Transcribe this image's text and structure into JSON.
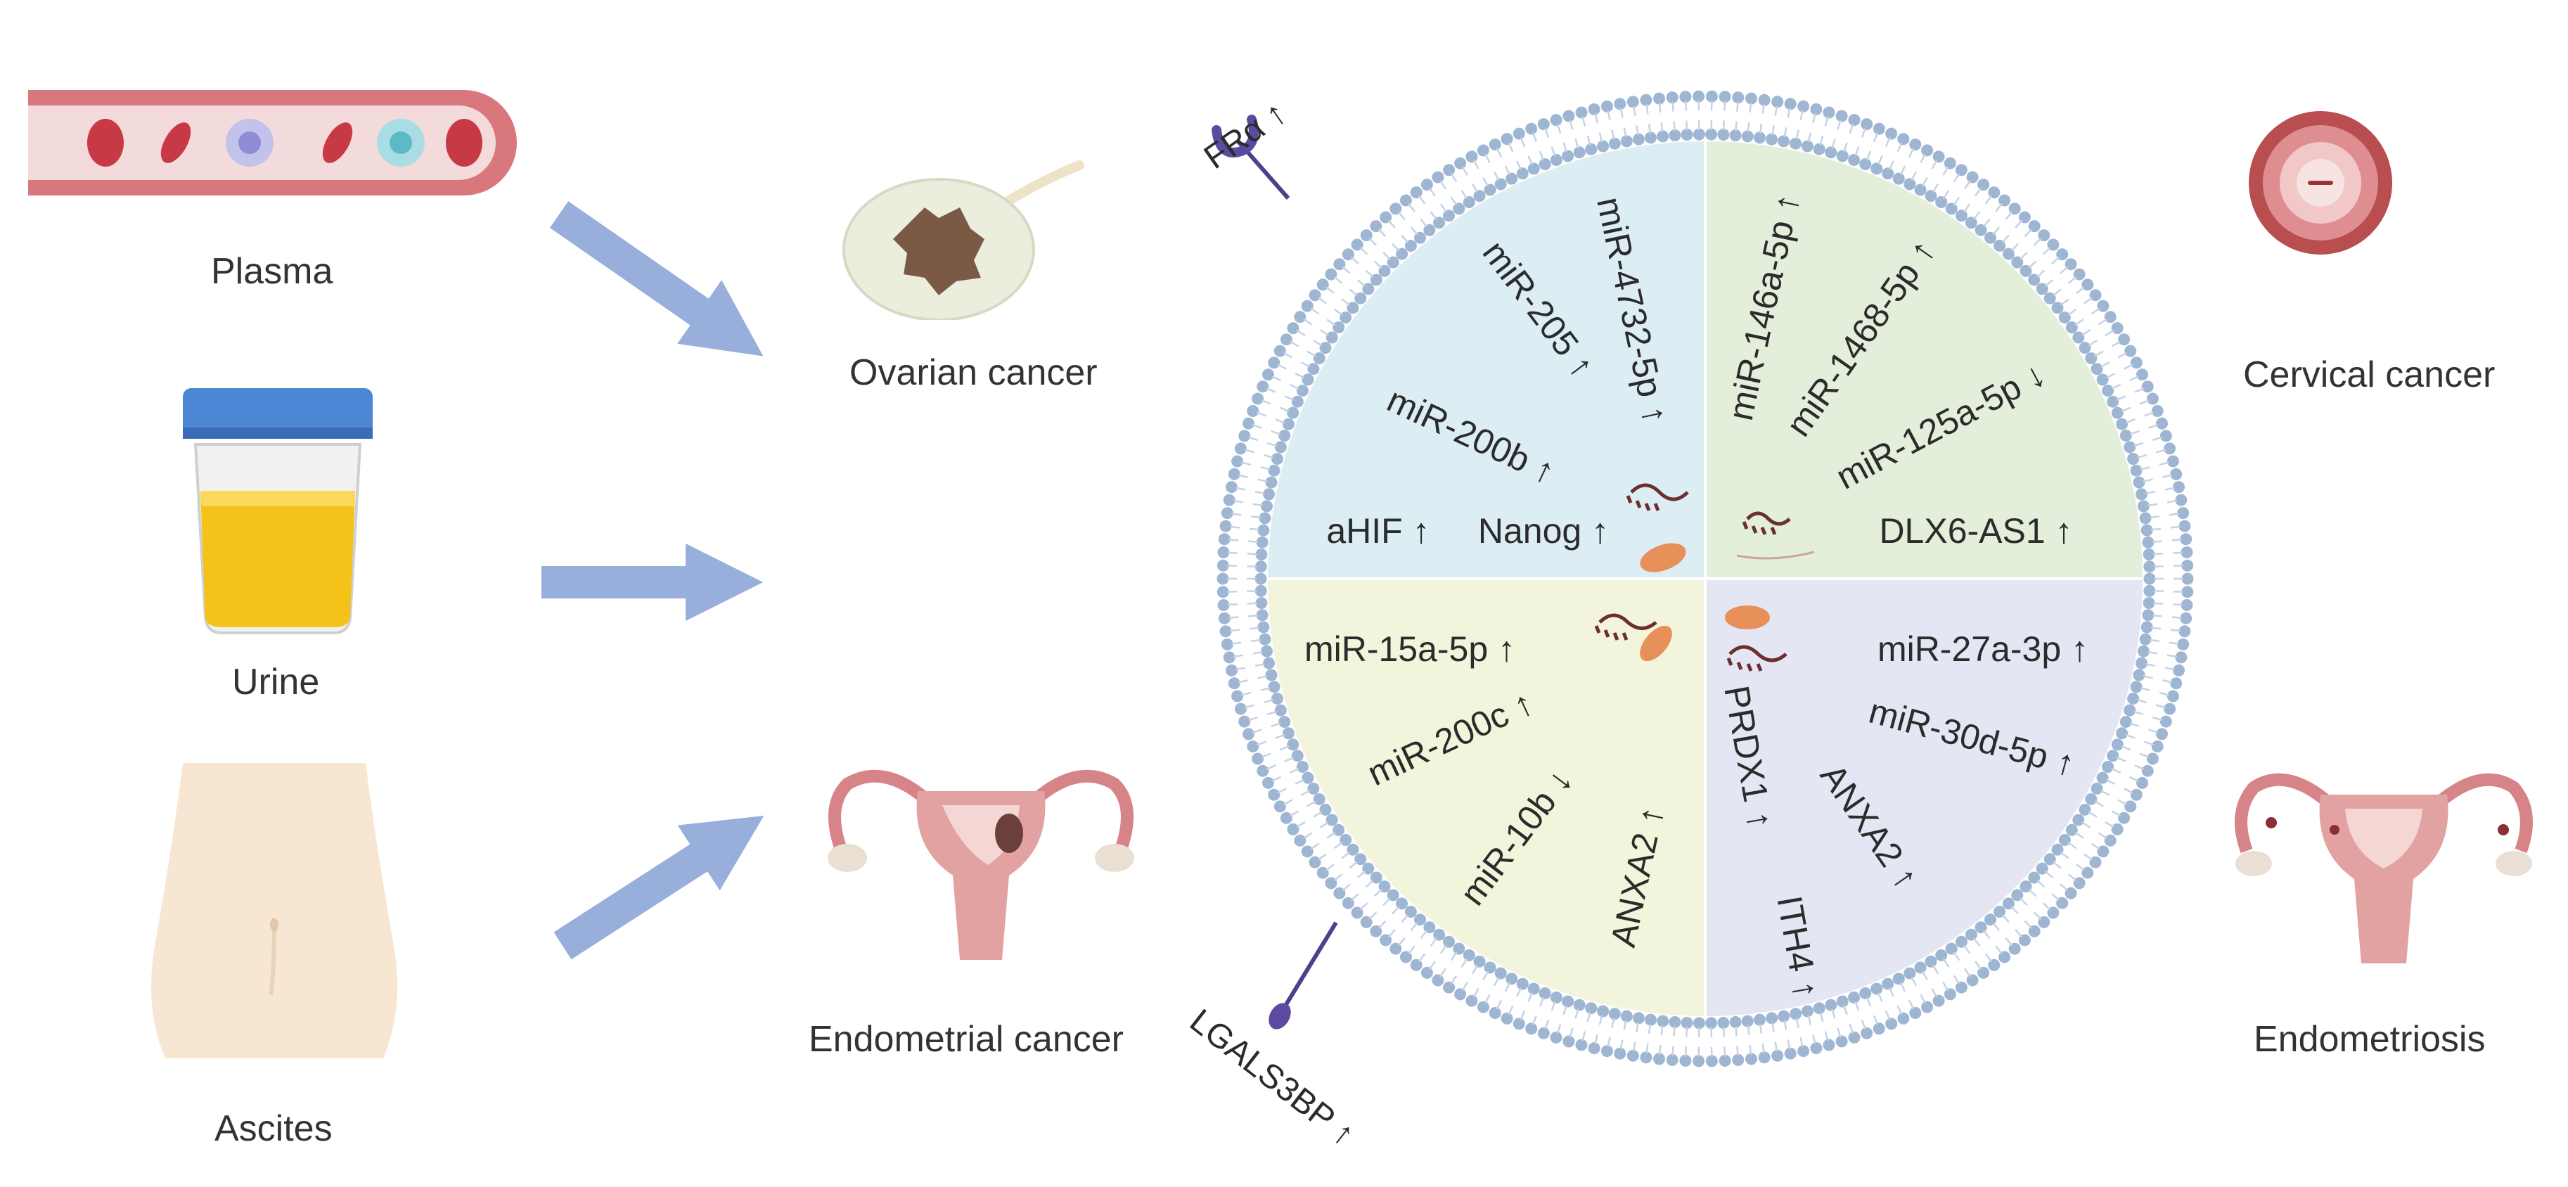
{
  "sources": {
    "plasma": "Plasma",
    "urine": "Urine",
    "ascites": "Ascites"
  },
  "diseases": {
    "ovarian": "Ovarian cancer",
    "endometrial": "Endometrial cancer",
    "cervical": "Cervical cancer",
    "endometriosis": "Endometriosis"
  },
  "surface_markers": {
    "fra": "FRα ↑",
    "lgals3bp": "LGALS3BP ↑"
  },
  "quadrants": {
    "ovarian": [
      "miR-4732-5p ↑",
      "miR-205 ↑",
      "miR-200b ↑",
      "aHIF ↑",
      "Nanog ↑"
    ],
    "cervical": [
      "miR-146a-5p ↑",
      "miR-1468-5p ↑",
      "miR-125a-5p ↓",
      "DLX6-AS1 ↑"
    ],
    "endometrial": [
      "miR-15a-5p ↑",
      "miR-200c ↑",
      "miR-10b ↓",
      "ANXA2 ↑"
    ],
    "endometriosis": [
      "miR-27a-3p ↑",
      "miR-30d-5p ↑",
      "ANXA2 ↑",
      "PRDX1 ↑",
      "ITH4 ↑"
    ]
  },
  "colors": {
    "ovarian_quadrant": "#dcedf3",
    "cervical_quadrant": "#e3efdb",
    "endometrial_quadrant": "#f2f4dc",
    "endometriosis_quadrant": "#e4e6f3",
    "membrane": "#9fb6d3",
    "arrow": "#98aedb"
  }
}
